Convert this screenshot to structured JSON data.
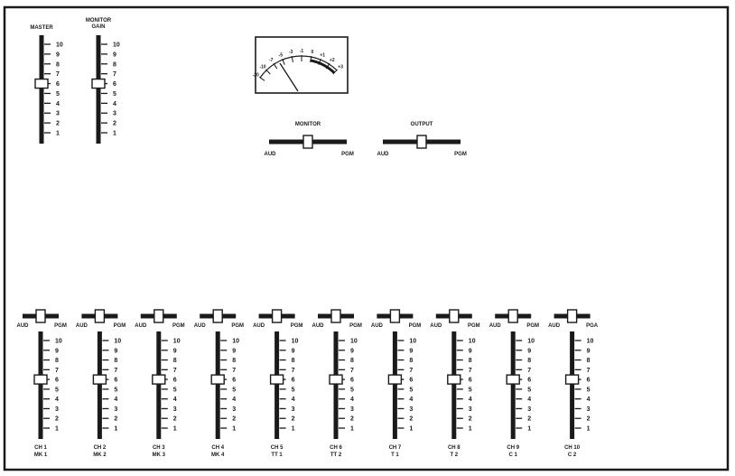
{
  "master": {
    "label": "MASTER",
    "level": 6
  },
  "monitor_gain": {
    "label_line1": "MONITOR",
    "label_line2": "GAIN",
    "level": 6
  },
  "scale_ticks": [
    "10",
    "9",
    "8",
    "7",
    "6",
    "5",
    "4",
    "3",
    "2",
    "1"
  ],
  "vu_meter": {
    "scale_labels": [
      "-20",
      "-10",
      "-7",
      "-5",
      "-3",
      "-1",
      "0",
      "+1",
      "+2",
      "+3"
    ]
  },
  "monitor_switch": {
    "label": "MONITOR",
    "left_label": "AUD",
    "right_label": "PGM",
    "position": 0.5
  },
  "output_switch": {
    "label": "OUTPUT",
    "left_label": "AUD",
    "right_label": "PGM",
    "position": 0.5
  },
  "channels": [
    {
      "name": "CH 1",
      "source": "MK 1",
      "level": 6,
      "aud_label": "AUD",
      "pgm_label": "PGM",
      "switch_position": 0.5
    },
    {
      "name": "CH 2",
      "source": "MK 2",
      "level": 6,
      "aud_label": "AUD",
      "pgm_label": "PGM",
      "switch_position": 0.5
    },
    {
      "name": "CH 3",
      "source": "MK 3",
      "level": 6,
      "aud_label": "AUD",
      "pgm_label": "PGM",
      "switch_position": 0.5
    },
    {
      "name": "CH 4",
      "source": "MK 4",
      "level": 6,
      "aud_label": "AUD",
      "pgm_label": "PGM",
      "switch_position": 0.5
    },
    {
      "name": "CH 5",
      "source": "TT 1",
      "level": 6,
      "aud_label": "AUD",
      "pgm_label": "PGM",
      "switch_position": 0.5
    },
    {
      "name": "CH 6",
      "source": "TT 2",
      "level": 6,
      "aud_label": "AUD",
      "pgm_label": "PGM",
      "switch_position": 0.5
    },
    {
      "name": "CH 7",
      "source": "T 1",
      "level": 6,
      "aud_label": "AUD",
      "pgm_label": "PGM",
      "switch_position": 0.5
    },
    {
      "name": "CH 8",
      "source": "T 2",
      "level": 6,
      "aud_label": "AUD",
      "pgm_label": "PGM",
      "switch_position": 0.5
    },
    {
      "name": "CH 9",
      "source": "C 1",
      "level": 6,
      "aud_label": "AUD",
      "pgm_label": "PGM",
      "switch_position": 0.5
    },
    {
      "name": "CH 10",
      "source": "C 2",
      "level": 6,
      "aud_label": "AUD",
      "pgm_label": "PGA",
      "switch_position": 0.5
    }
  ],
  "colors": {
    "ink": "#1a1a1a",
    "paper": "#ffffff"
  }
}
